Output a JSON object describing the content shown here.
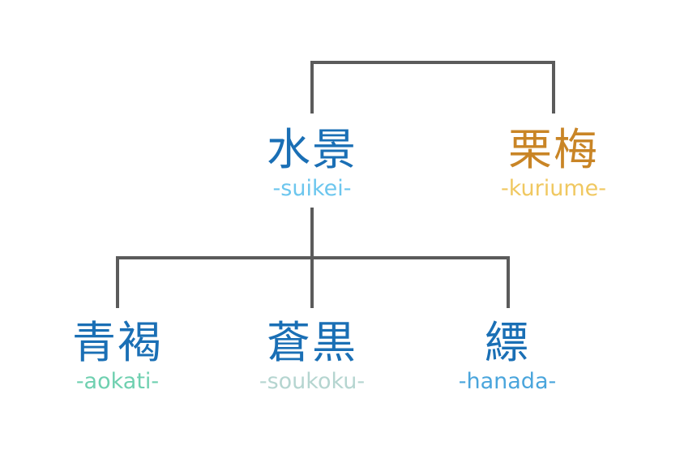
{
  "nodes": {
    "suikei": {
      "kanji": "水景",
      "romaji": "-suikei-",
      "kanji_color": "#1a6fb5",
      "romaji_color": "#6cc6ee"
    },
    "kuriume": {
      "kanji": "栗梅",
      "romaji": "-kuriume-",
      "kanji_color": "#c98526",
      "romaji_color": "#f0c860"
    },
    "aokati": {
      "kanji": "青褐",
      "romaji": "-aokati-",
      "kanji_color": "#1a6fb5",
      "romaji_color": "#6fd0b0"
    },
    "soukoku": {
      "kanji": "蒼黒",
      "romaji": "-soukoku-",
      "kanji_color": "#1a6fb5",
      "romaji_color": "#b5d5d0"
    },
    "hanada": {
      "kanji": "縹",
      "romaji": "-hanada-",
      "kanji_color": "#1a6fb5",
      "romaji_color": "#4aa5dc"
    }
  },
  "line_color": "#5b5b5b"
}
